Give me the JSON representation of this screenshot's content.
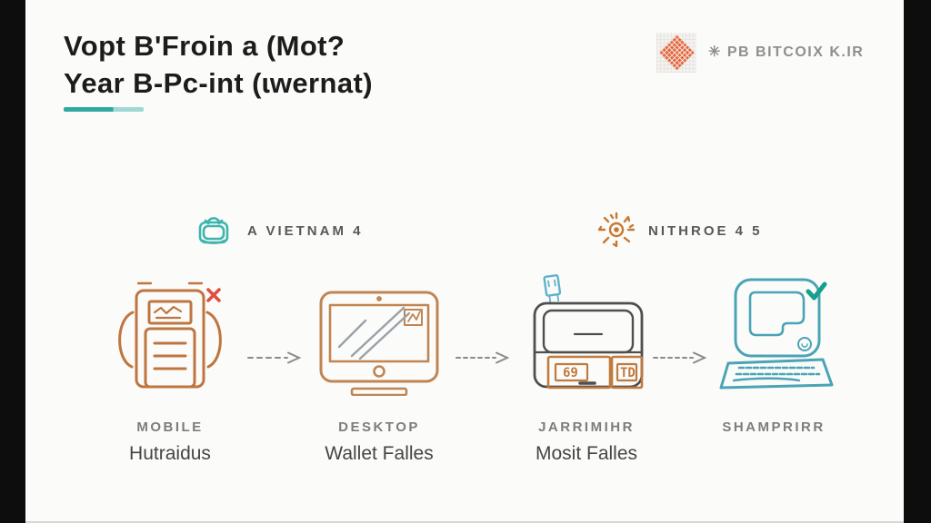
{
  "page": {
    "background": "#fbfbfa",
    "letterbox_color": "#0d0d0d"
  },
  "header": {
    "title_line1": "Vopt B'Froin a (Mot?",
    "title_line2": "Year B-Pc-int (ɩwernat)",
    "accent_color": "#2fa9a2",
    "brand_text": "✳ PB BITCOIX K.IR",
    "brand_qr_color": "#df6a42"
  },
  "sections": [
    {
      "label": "A VIETNAM 4",
      "icon": "briefcase-icon",
      "icon_color": "#3fb5ad"
    },
    {
      "label": "NITHROE 4 5",
      "icon": "sun-icon",
      "icon_color": "#c8792f"
    }
  ],
  "flow": {
    "arrow_color": "#8a8a8a",
    "devices": [
      {
        "title": "MOBILE",
        "caption": "Hutraidus",
        "outline_color": "#bf7540",
        "badge": "cross",
        "badge_color": "#e0503e"
      },
      {
        "title": "DESKTOP",
        "caption": "Wallet Falles",
        "outline_color": "#c08552",
        "badge": ""
      },
      {
        "title": "JARRIMIHR",
        "caption": "Mosit Falles",
        "outline_color": "#4f4f4f",
        "accent_color": "#c07a3e",
        "usb_color": "#5fb3c9",
        "card_labels": [
          "69",
          "TD"
        ],
        "badge": ""
      },
      {
        "title": "SHAMPRIRR",
        "caption": "",
        "outline_color": "#4aa4b6",
        "badge": "check",
        "badge_color": "#14a08d"
      }
    ]
  }
}
